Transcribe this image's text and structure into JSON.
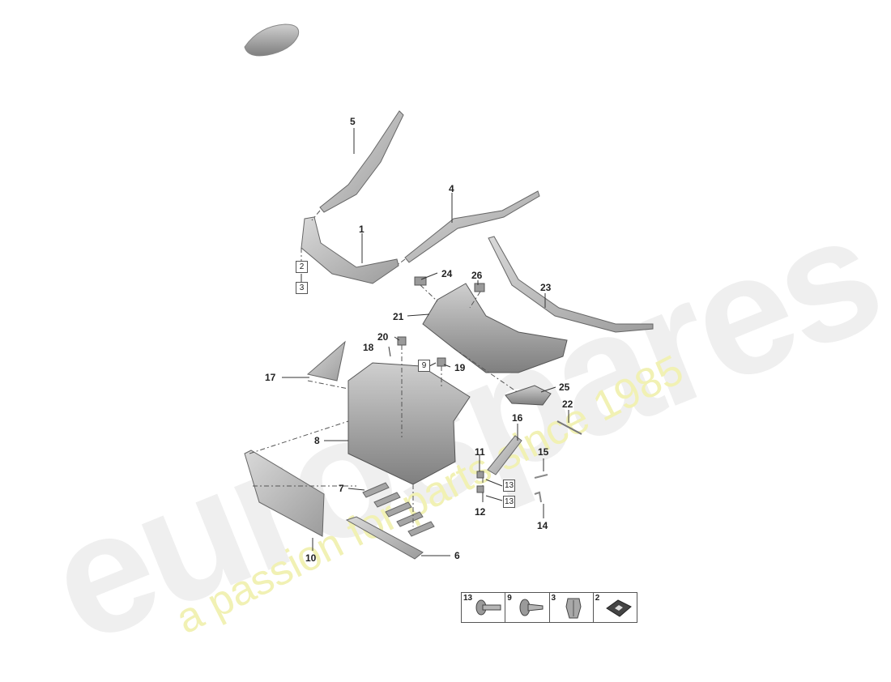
{
  "watermark": {
    "brand": "eurospares",
    "tagline": "a passion for parts since 1985"
  },
  "callouts": {
    "c1": "1",
    "c4": "4",
    "c5": "5",
    "c6": "6",
    "c7": "7",
    "c8": "8",
    "c10": "10",
    "c11": "11",
    "c12": "12",
    "c14": "14",
    "c15": "15",
    "c16": "16",
    "c17": "17",
    "c18": "18",
    "c19": "19",
    "c20": "20",
    "c21": "21",
    "c22": "22",
    "c23": "23",
    "c24": "24",
    "c25": "25",
    "c26": "26"
  },
  "boxed_callouts": {
    "b2": "2",
    "b3": "3",
    "b9": "9",
    "b13a": "13",
    "b13b": "13"
  },
  "legend": [
    {
      "num": "13",
      "icon": "screw-icon"
    },
    {
      "num": "9",
      "icon": "push-rivet-icon"
    },
    {
      "num": "3",
      "icon": "clip-nut-icon"
    },
    {
      "num": "2",
      "icon": "pad-icon"
    }
  ],
  "colors": {
    "part_fill": "#bdbdbd",
    "part_dark": "#8f8f8f",
    "line": "#333333"
  }
}
